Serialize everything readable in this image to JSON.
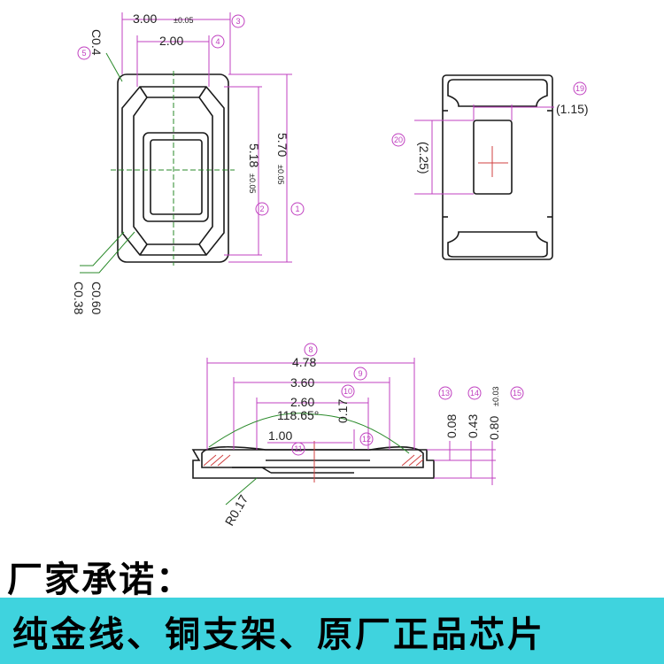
{
  "top_view": {
    "dim_width": "3.00",
    "dim_width_tol": "±0.05",
    "dim_inner": "2.00",
    "dim_height": "5.70",
    "dim_height_tol": "±0.05",
    "dim_inner_height": "5.18",
    "dim_inner_height_tol": "±0.05",
    "chamfer_top": "C0.4",
    "chamfer_a": "C0.60",
    "chamfer_b": "C0.38",
    "bubbles": [
      "1",
      "2",
      "3",
      "4",
      "5"
    ]
  },
  "bottom_view": {
    "dim_pad_w": "(1.15)",
    "dim_pad_h": "(2.25)",
    "bubbles": [
      "19",
      "20"
    ]
  },
  "side_view": {
    "dim_total": "4.78",
    "dim_a": "3.60",
    "dim_b": "2.60",
    "dim_angle": "118.65°",
    "dim_c": "1.00",
    "dim_d": "0.17",
    "dim_e": "0.08",
    "dim_f": "0.43",
    "dim_g": "0.80",
    "dim_g_tol": "±0.03",
    "radius": "R0.17",
    "bubbles": [
      "8",
      "9",
      "10",
      "11",
      "12",
      "13",
      "14",
      "15"
    ]
  },
  "colors": {
    "outline": "#1a1a1a",
    "dim_line": "#c040c0",
    "leader": "#2a8a2a",
    "center_mark": "#d04040",
    "banner": "#3fd3de"
  },
  "promise_label": "厂家承诺：",
  "banner_text": "纯金线、铜支架、原厂正品芯片"
}
